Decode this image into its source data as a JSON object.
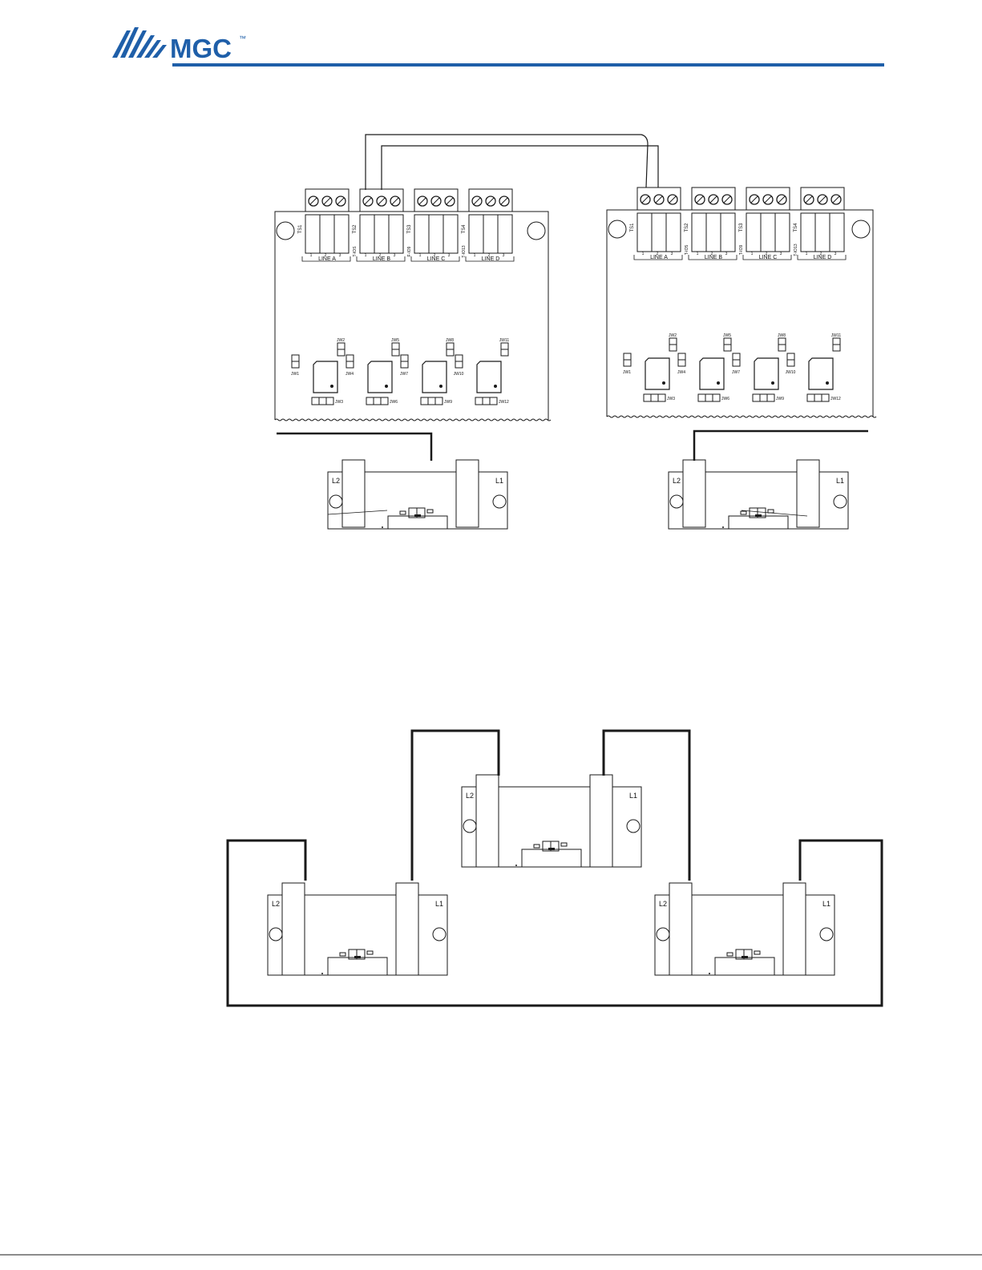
{
  "header": {
    "logo_text": "MGC",
    "trademark": "™",
    "brand_color": "#1f5fa9"
  },
  "diagram": {
    "stroke_color": "#1a1a1a",
    "adder_boards": [
      {
        "terminals": [
          "TS1",
          "TS2",
          "TS3",
          "TS4"
        ],
        "side_labels": [
          "T-IOS",
          "F-IO9",
          "T-IO13"
        ],
        "line_labels": [
          "LINE A",
          "LINE B",
          "LINE C",
          "LINE D"
        ],
        "pin_numbers": [
          "1",
          "2",
          "3"
        ],
        "jumpers_top": [
          "JW2",
          "JW5",
          "JW8",
          "JW11"
        ],
        "jumpers_side": [
          "JW1",
          "JW4",
          "JW7",
          "JW10"
        ],
        "jumpers_bottom": [
          "JW3",
          "JW6",
          "JW9",
          "JW12"
        ]
      },
      {
        "terminals": [
          "TS1",
          "TS2",
          "TS3",
          "TS4"
        ],
        "side_labels": [
          "T-IO5",
          "T-IO9",
          "T-IO13"
        ],
        "line_labels": [
          "LINE A",
          "LINE B",
          "LINE C",
          "LINE D"
        ],
        "pin_numbers": [
          "1",
          "2",
          "3"
        ],
        "jumpers_top": [
          "JW2",
          "JW5",
          "JW8",
          "JW11"
        ],
        "jumpers_side": [
          "JW1",
          "JW4",
          "JW7",
          "JW10"
        ],
        "jumpers_bottom": [
          "JW3",
          "JW6",
          "JW9",
          "JW12"
        ]
      }
    ],
    "transponder_labels": {
      "left_terminal": "L2",
      "right_terminal": "L1"
    }
  }
}
